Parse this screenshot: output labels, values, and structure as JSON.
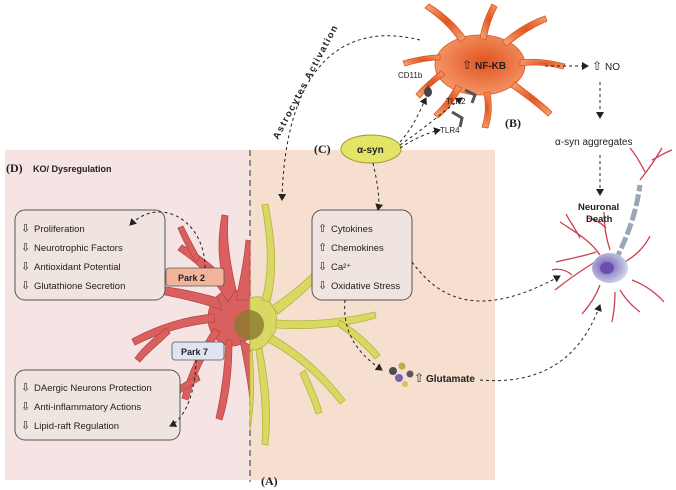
{
  "labels": {
    "panel_a": "(A)",
    "panel_b": "(B)",
    "panel_c": "(C)",
    "panel_d": "(D)",
    "ko_title": "KO/ Dysregulation",
    "astro_activation": "Astrocytes Activation",
    "nfkb": "NF-KB",
    "no": "NO",
    "asyn_aggregates": "α-syn aggregates",
    "neuronal_death_1": "Neuronal",
    "neuronal_death_2": "Death",
    "asyn": "α-syn",
    "cd11b": "CD11b",
    "tlr2": "TLR2",
    "tlr4": "TLR4",
    "park2": "Park 2",
    "park7": "Park 7",
    "glutamate": "Glutamate",
    "up_arrow": "⇧",
    "down_arrow": "⇩"
  },
  "box_park2": {
    "items": [
      "Proliferation",
      "Neurotrophic Factors",
      "Antioxidant Potential",
      "Glutathione Secretion"
    ]
  },
  "box_park7": {
    "items": [
      "DAergic Neurons  Protection",
      "Anti-inflammatory Actions",
      "Lipid-raft Regulation"
    ]
  },
  "box_center": {
    "items": [
      {
        "dir": "⇧",
        "text": "Cytokines"
      },
      {
        "dir": "⇧",
        "text": "Chemokines"
      },
      {
        "dir": "⇩",
        "text": "Ca²⁺"
      },
      {
        "dir": "⇩",
        "text": "Oxidative Stress"
      }
    ]
  },
  "colors": {
    "left_panel": "#f6e3e3",
    "right_panel": "#f6dfcf",
    "red_astrocyte": "#d9605e",
    "yellow_astrocyte": "#d8d862",
    "microglia": "#f07a45",
    "box_fill": "#efe4df",
    "park2_fill": "#f2b49a",
    "park7_fill": "#dfe4f2",
    "asyn_fill": "#e4e468"
  }
}
